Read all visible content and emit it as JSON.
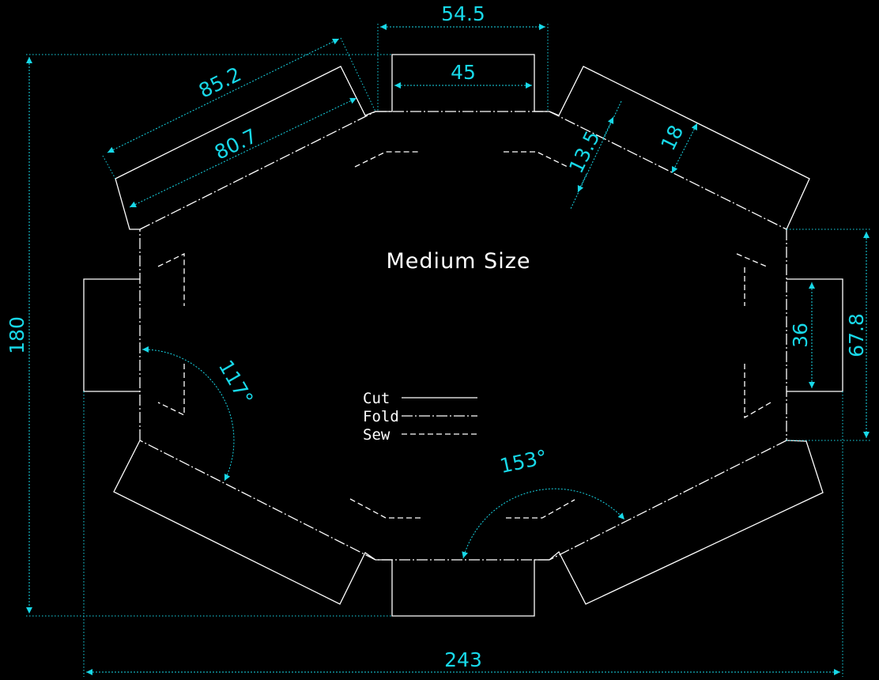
{
  "title": "Medium Size",
  "legend": [
    {
      "label": "Cut",
      "style": "cut"
    },
    {
      "label": "Fold",
      "style": "fold"
    },
    {
      "label": "Sew",
      "style": "sew"
    }
  ],
  "dimensions": {
    "total_width": "243",
    "total_height": "180",
    "top_flap_outer": "54.5",
    "top_flap_inner": "45",
    "diag_flap_outer": "85.2",
    "diag_flap_inner": "80.7",
    "flap_depth_small": "13.5",
    "flap_depth": "18",
    "side_flap_inner": "36",
    "side_flap_outer": "67.8",
    "angle_left": "117°",
    "angle_bottom": "153°"
  },
  "colors": {
    "background": "#000000",
    "lines": "#ffffff",
    "dimensions": "#18d8e8"
  }
}
